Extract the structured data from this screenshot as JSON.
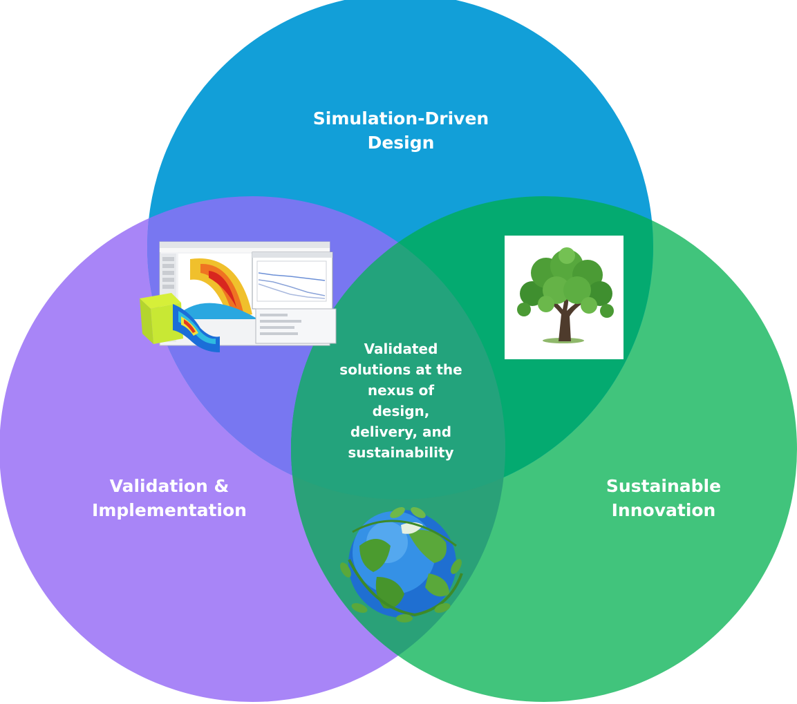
{
  "diagram": {
    "type": "venn",
    "circles": [
      {
        "id": "top",
        "label_lines": [
          "Simulation-Driven",
          "Design"
        ],
        "color": "#129fd8"
      },
      {
        "id": "left",
        "label_lines": [
          "Validation &",
          "Implementation"
        ],
        "color": "#a885f7"
      },
      {
        "id": "right",
        "label_lines": [
          "Sustainable",
          "Innovation"
        ],
        "color": "#41c47c"
      }
    ],
    "overlaps": {
      "top_left": "#7877f1",
      "top_right": "#04aa70",
      "left_right": "#2aa178",
      "center": "#23a37c"
    },
    "center_label_lines": [
      "Validated",
      "solutions at the",
      "nexus of",
      "design,",
      "delivery, and",
      "sustainability"
    ],
    "images": [
      "simulation-software-screenshot",
      "tree-illustration",
      "leafy-globe-illustration"
    ]
  }
}
